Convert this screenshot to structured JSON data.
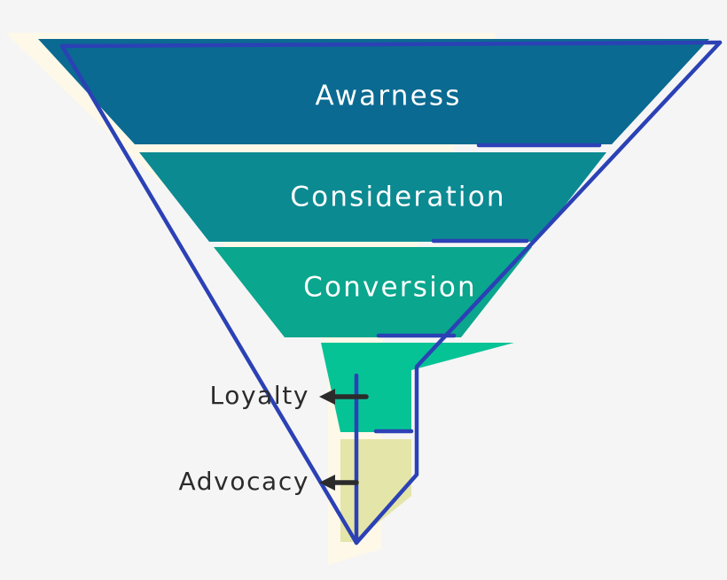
{
  "diagram": {
    "type": "funnel",
    "background_color": "#f5f5f5",
    "shadow_color": "#fdf8e8",
    "outline_color": "#2b41b5",
    "label_text_color_inside": "#ffffff",
    "label_text_color_outside": "#2b2b2b",
    "arrow_color": "#2b2b2b",
    "stages": [
      {
        "label": "Awarness",
        "color": "#0a6a91",
        "label_position": "inside",
        "order": 1
      },
      {
        "label": "Consideration",
        "color": "#0c8a92",
        "label_position": "inside",
        "order": 2
      },
      {
        "label": "Conversion",
        "color": "#0aa68d",
        "label_position": "inside",
        "order": 3
      },
      {
        "label": "Loyalty",
        "color": "#06c396",
        "label_position": "outside-left",
        "order": 4
      },
      {
        "label": "Advocacy",
        "color": "#e4e5a8",
        "label_position": "outside-left",
        "order": 5
      }
    ]
  }
}
